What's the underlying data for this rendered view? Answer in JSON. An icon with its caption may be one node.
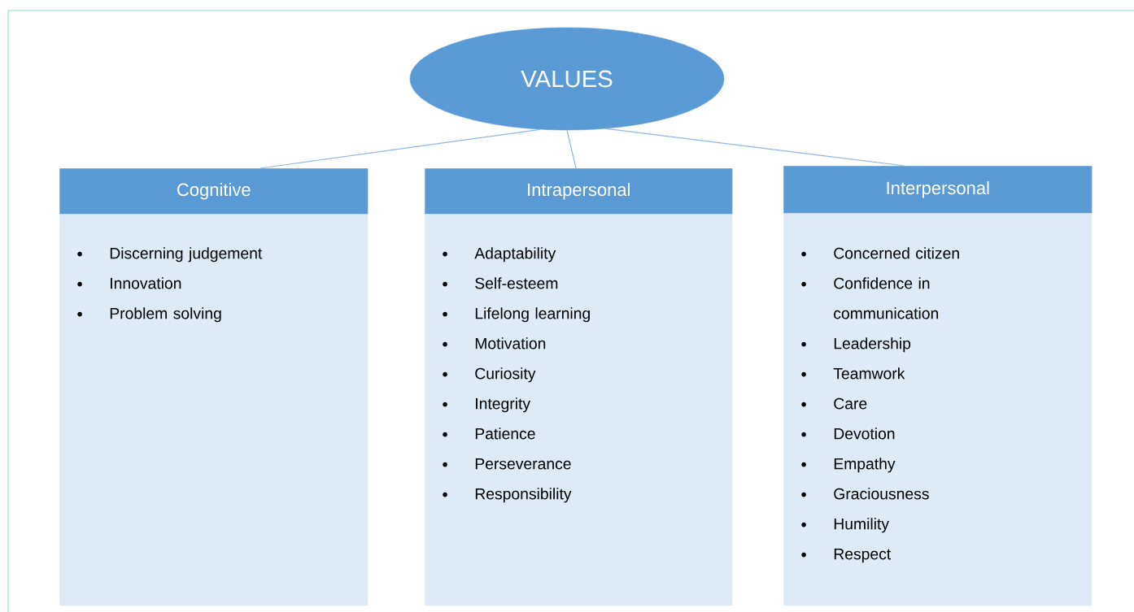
{
  "diagram": {
    "nodes": [
      {
        "text": [
          "VALUES"
        ]
      },
      {
        "text": [
          "Cognitive",
          "Discerning judgement",
          "Innovation",
          "Problem solving"
        ]
      },
      {
        "text": [
          "Intrapersonal",
          "Adaptability",
          "Self-esteem",
          "Lifelong learning",
          "Motivation",
          "Curiosity",
          "Integrity",
          "Patience",
          "Perseverance",
          "Responsibility"
        ]
      },
      {
        "text": [
          "Interpersonal",
          "Concerned citizen",
          "Confidence in communication",
          "Leadership",
          "Teamwork",
          "Care",
          "Devotion",
          "Empathy",
          "Graciousness",
          "Humility",
          "Respect"
        ]
      }
    ],
    "edges": [
      {
        "from": 0,
        "to": 1,
        "arrow": "none"
      },
      {
        "from": 0,
        "to": 2,
        "arrow": "none"
      },
      {
        "from": 0,
        "to": 3,
        "arrow": "none"
      }
    ]
  }
}
